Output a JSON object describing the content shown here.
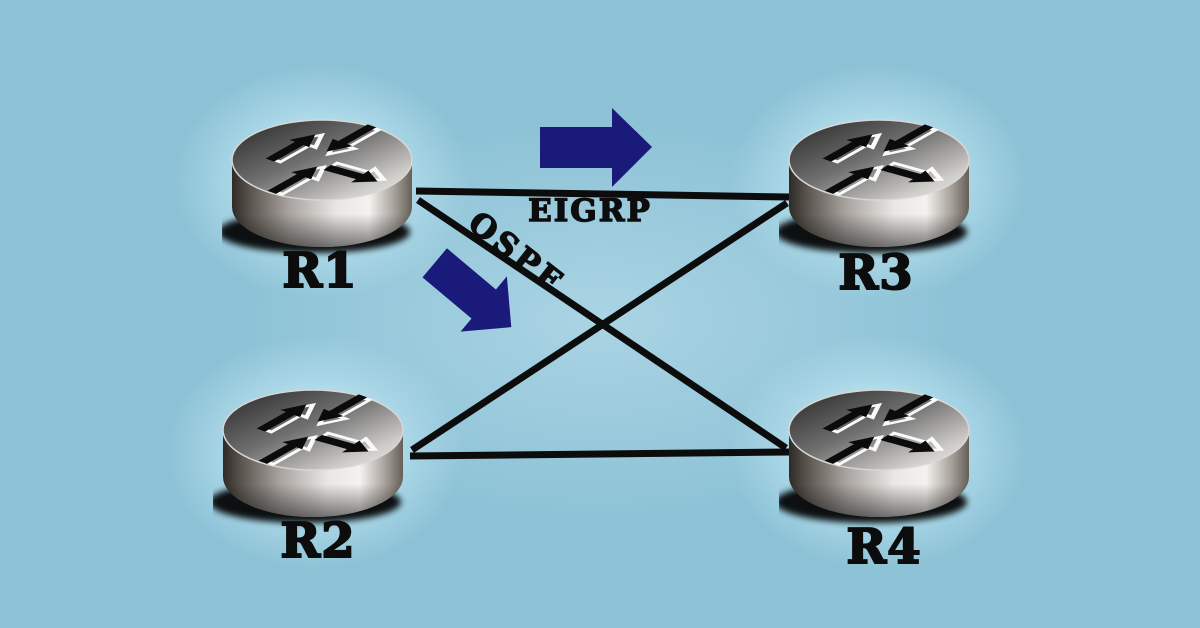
{
  "diagram": {
    "type": "network-topology",
    "background_color": "#8dc2d6",
    "link_color": "#0c0c0c",
    "arrow_color": "#1a1a7a",
    "routers": [
      {
        "id": "r1",
        "label": "R1",
        "position": "top-left"
      },
      {
        "id": "r2",
        "label": "R2",
        "position": "bottom-left"
      },
      {
        "id": "r3",
        "label": "R3",
        "position": "top-right"
      },
      {
        "id": "r4",
        "label": "R4",
        "position": "bottom-right"
      }
    ],
    "links": [
      {
        "from": "R1",
        "to": "R3",
        "label": "EIGRP"
      },
      {
        "from": "R1",
        "to": "R4",
        "label": "OSPF"
      },
      {
        "from": "R2",
        "to": "R3",
        "label": ""
      },
      {
        "from": "R2",
        "to": "R4",
        "label": ""
      }
    ]
  }
}
